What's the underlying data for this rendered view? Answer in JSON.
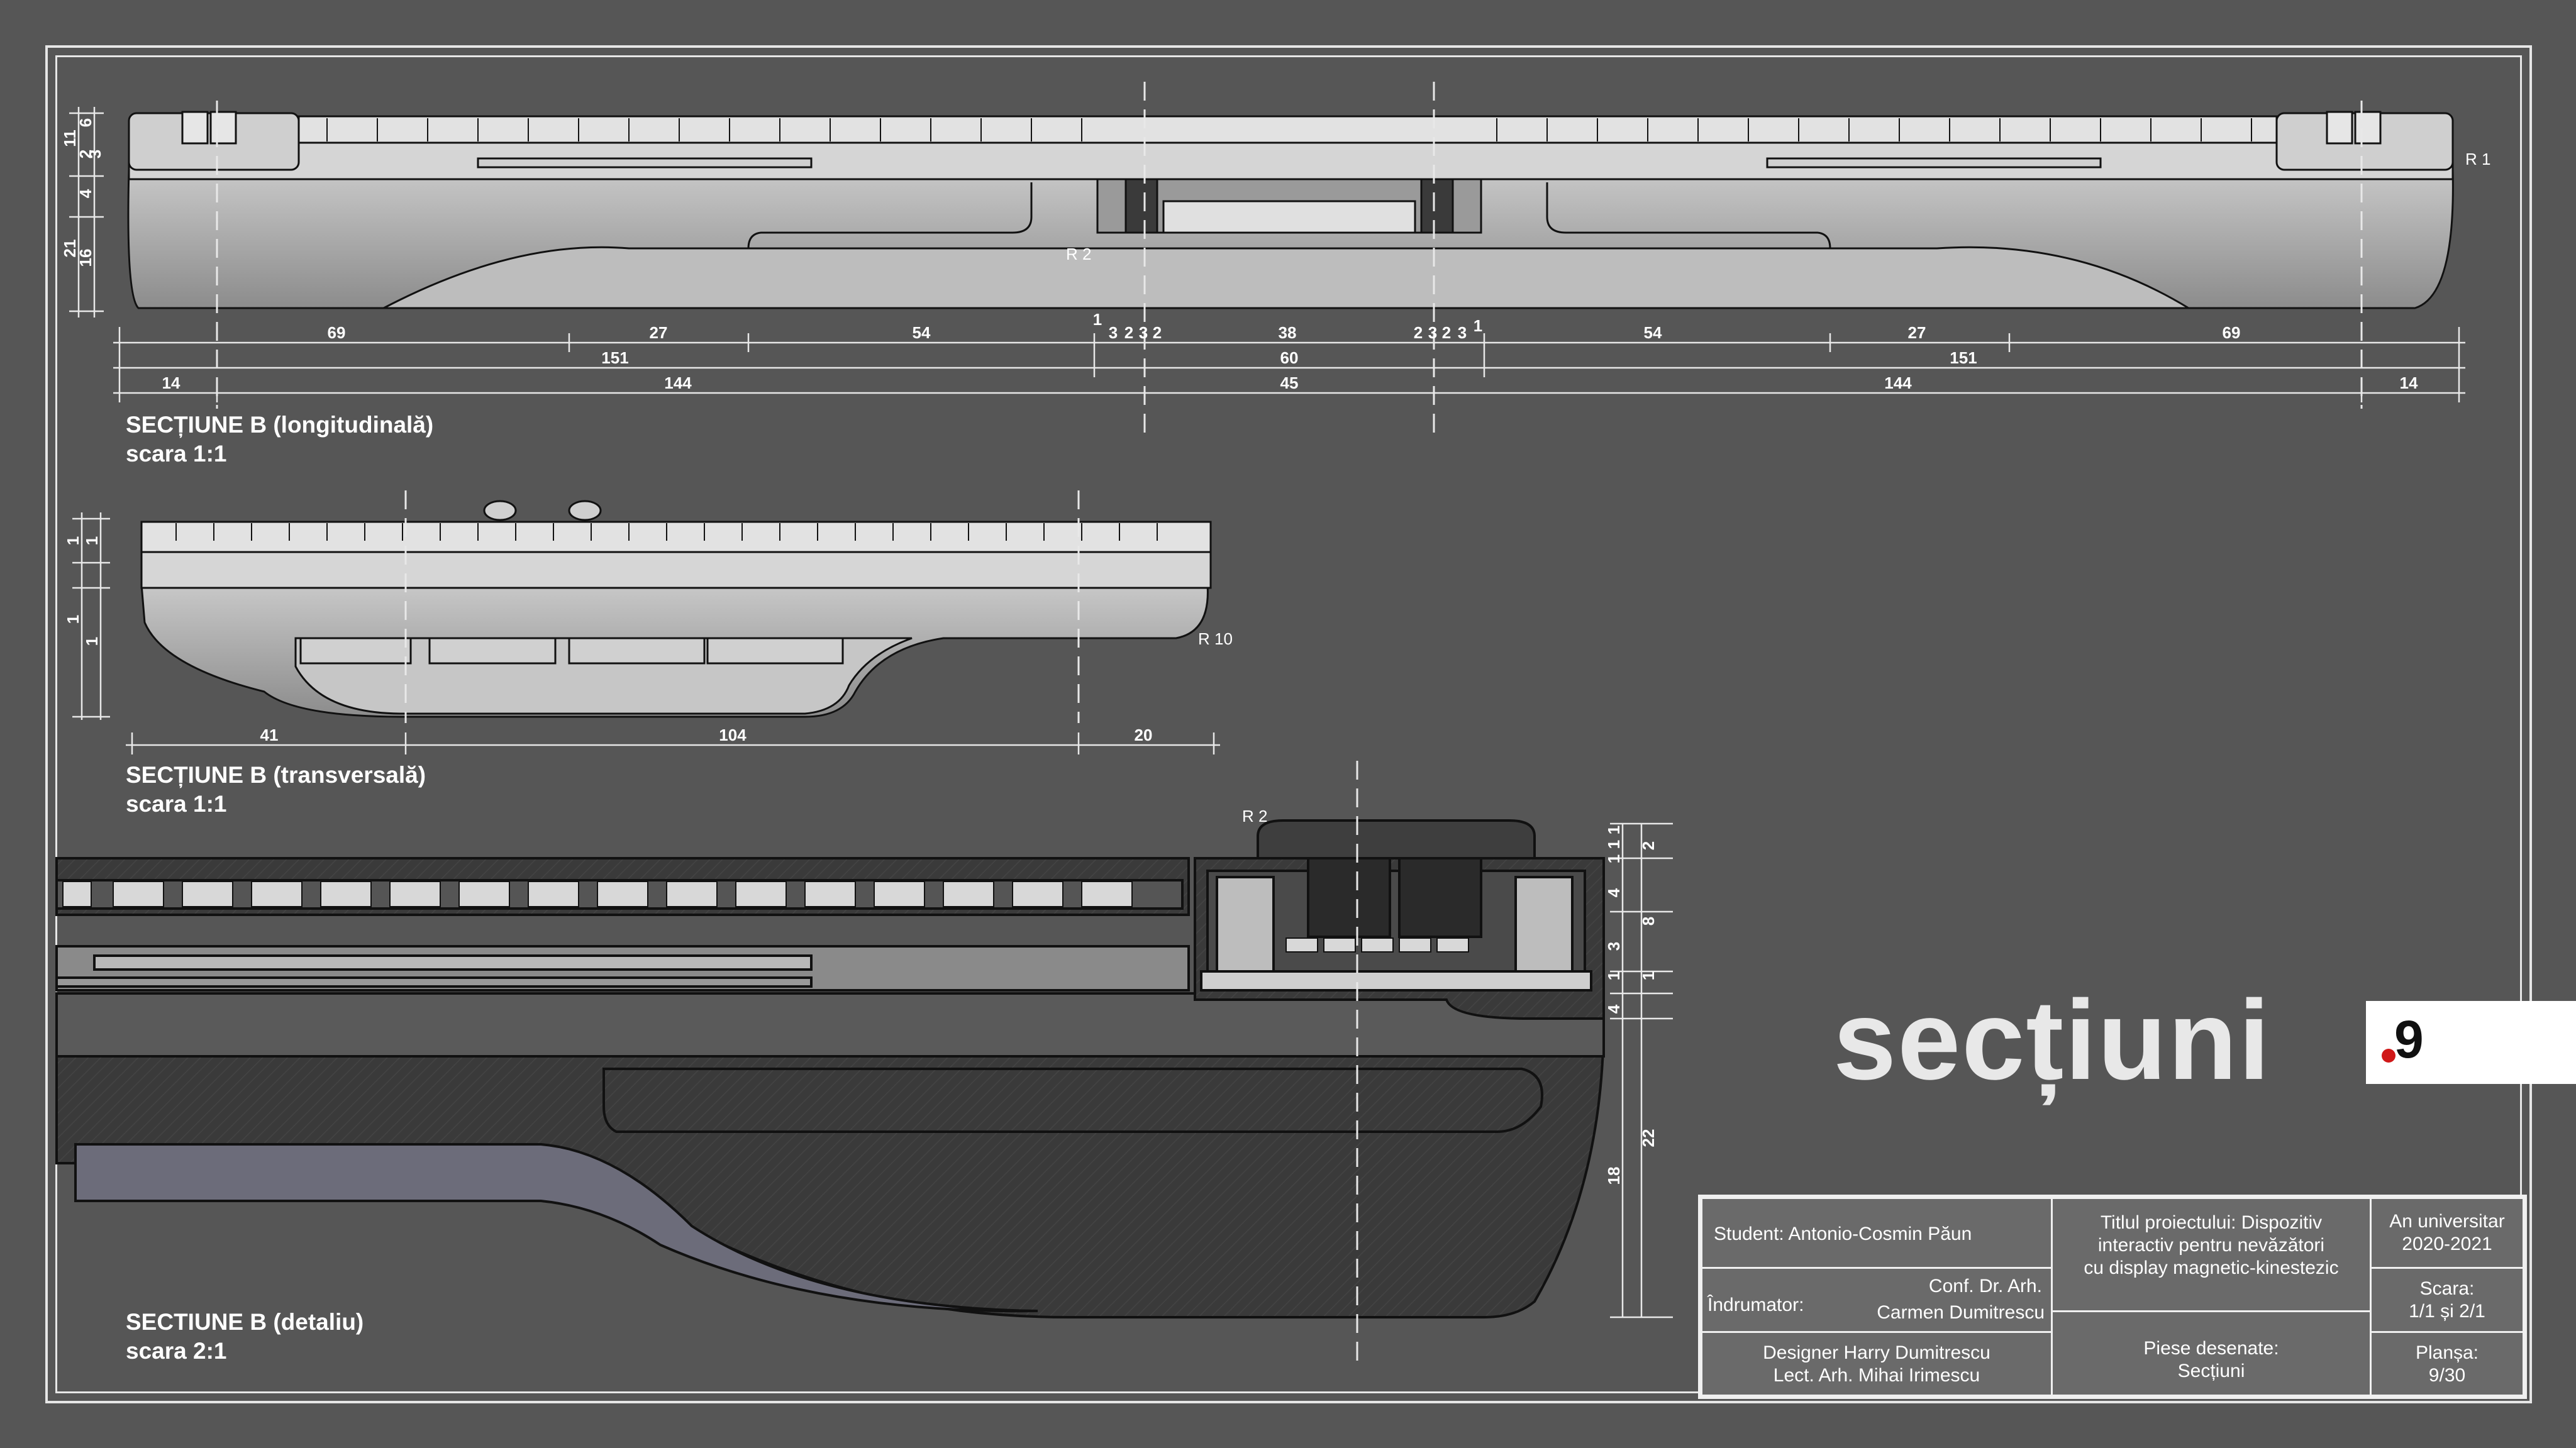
{
  "sheet": {
    "title": "secțiuni",
    "number": "9",
    "accent_color": "#d01818",
    "background_color": "#565656"
  },
  "sections": [
    {
      "name": "SECȚIUNE B (longitudinală)",
      "scale": "scara 1:1"
    },
    {
      "name": "SECȚIUNE B (transversală)",
      "scale": "scara 1:1"
    },
    {
      "name": "SECTIUNE B (detaliu)",
      "scale": "scara 2:1"
    }
  ],
  "longitudinal": {
    "dims_row1": [
      "69",
      "27",
      "54",
      "1",
      "3",
      "2",
      "3",
      "2",
      "38",
      "2",
      "3",
      "2",
      "3",
      "1",
      "54",
      "27",
      "69"
    ],
    "dims_row2": [
      "151",
      "60",
      "151"
    ],
    "dims_row3": [
      "14",
      "144",
      "45",
      "144",
      "14"
    ],
    "left_dims": [
      "11",
      "6",
      "2",
      "3",
      "4",
      "21",
      "16"
    ],
    "radius_labels": [
      "R 1",
      "R 2"
    ]
  },
  "transversal": {
    "dims_bottom": [
      "41",
      "104",
      "20"
    ],
    "left_dims": [
      "1",
      "1",
      "1",
      "1"
    ],
    "radius_label": "R 10"
  },
  "detail": {
    "right_dims": [
      "1",
      "1",
      "1",
      "2",
      "4",
      "8",
      "3",
      "1",
      "1",
      "4",
      "22",
      "18"
    ],
    "radius_label": "R 2"
  },
  "title_block": {
    "student": "Student: Antonio-Cosmin Păun",
    "advisor_label": "Îndrumator:",
    "advisor_line1": "Conf. Dr. Arh.",
    "advisor_line2": "Carmen Dumitrescu",
    "designers_line1": "Designer Harry Dumitrescu",
    "designers_line2": "Lect. Arh. Mihai Irimescu",
    "project_line1": "Titlul proiectului: Dispozitiv",
    "project_line2": "interactiv pentru nevăzători",
    "project_line3": "cu display magnetic-kinestezic",
    "drawn_line1": "Piese desenate:",
    "drawn_line2": "Secțiuni",
    "year_line1": "An universitar",
    "year_line2": "2020-2021",
    "scale_line1": "Scara:",
    "scale_line2": "1/1 și 2/1",
    "sheet_line1": "Planșa:",
    "sheet_line2": "9/30"
  }
}
